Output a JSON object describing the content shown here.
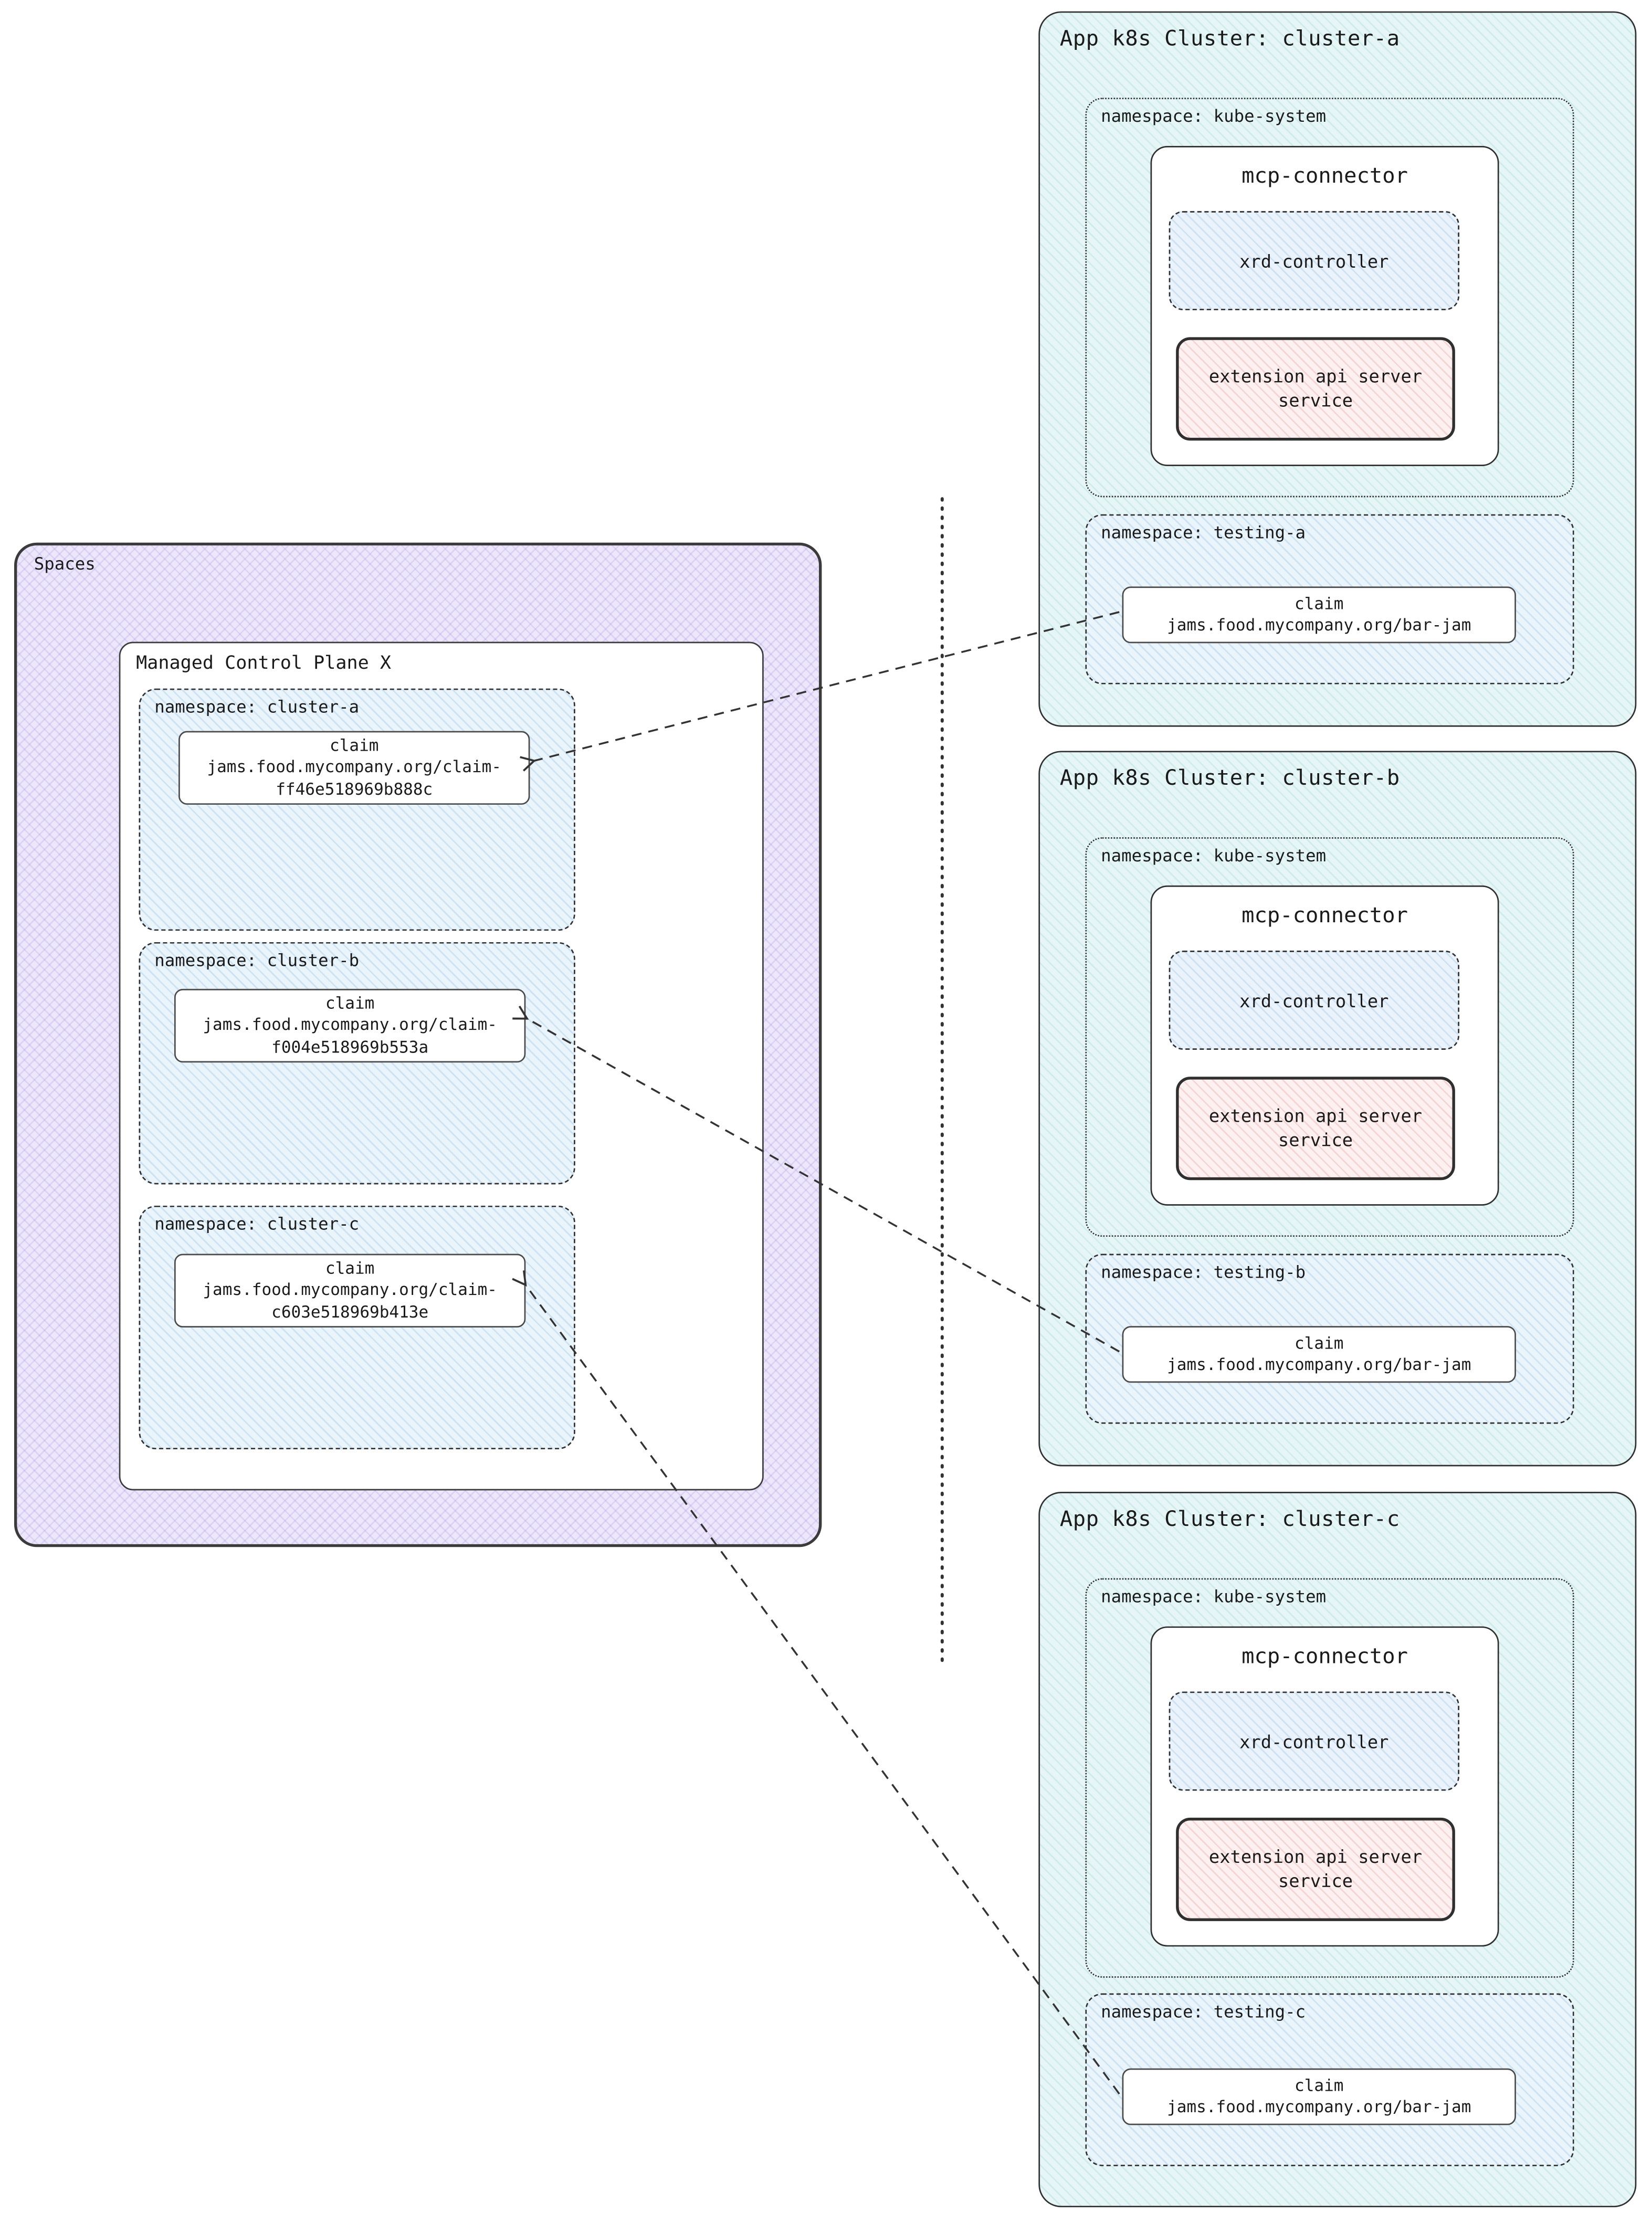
{
  "spaces": {
    "label": "Spaces",
    "control_plane": {
      "label": "Managed Control Plane X",
      "namespaces": [
        {
          "label": "namespace: cluster-a",
          "claim": {
            "title": "claim",
            "line1": "jams.food.mycompany.org/claim-",
            "line2": "ff46e518969b888c"
          }
        },
        {
          "label": "namespace: cluster-b",
          "claim": {
            "title": "claim",
            "line1": "jams.food.mycompany.org/claim-",
            "line2": "f004e518969b553a"
          }
        },
        {
          "label": "namespace: cluster-c",
          "claim": {
            "title": "claim",
            "line1": "jams.food.mycompany.org/claim-",
            "line2": "c603e518969b413e"
          }
        }
      ]
    }
  },
  "clusters": [
    {
      "title": "App k8s Cluster: cluster-a",
      "kube_system_label": "namespace: kube-system",
      "mcp_connector_title": "mcp-connector",
      "xrd_controller_label": "xrd-controller",
      "extension_line1": "extension api server",
      "extension_line2": "service",
      "testing_label": "namespace: testing-a",
      "claim_title": "claim",
      "claim_value": "jams.food.mycompany.org/bar-jam"
    },
    {
      "title": "App k8s Cluster: cluster-b",
      "kube_system_label": "namespace: kube-system",
      "mcp_connector_title": "mcp-connector",
      "xrd_controller_label": "xrd-controller",
      "extension_line1": "extension api server",
      "extension_line2": "service",
      "testing_label": "namespace: testing-b",
      "claim_title": "claim",
      "claim_value": "jams.food.mycompany.org/bar-jam"
    },
    {
      "title": "App k8s Cluster: cluster-c",
      "kube_system_label": "namespace: kube-system",
      "mcp_connector_title": "mcp-connector",
      "xrd_controller_label": "xrd-controller",
      "extension_line1": "extension api server",
      "extension_line2": "service",
      "testing_label": "namespace: testing-c",
      "claim_title": "claim",
      "claim_value": "jams.food.mycompany.org/bar-jam"
    }
  ],
  "colors": {
    "spaces_bg": "#ece7fa",
    "cluster_bg": "#e6f6f6",
    "namespace_bg": "#e9f4fb",
    "extension_bg": "#fdf0f0",
    "line": "#333333"
  }
}
